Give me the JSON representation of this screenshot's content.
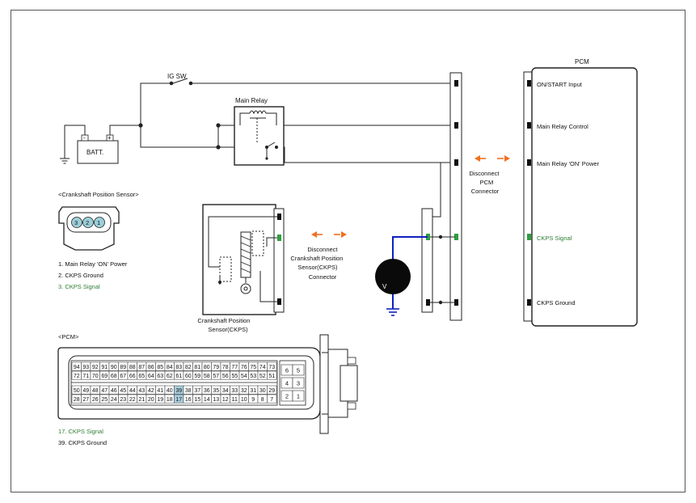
{
  "ig_sw": "IG SW",
  "main_relay": "Main Relay",
  "battery": "BATT.",
  "battery_minus": "-",
  "battery_plus": "+",
  "pcm_title": "PCM",
  "pcm_pins": [
    {
      "label": "ON/START Input",
      "highlight": false
    },
    {
      "label": "Main Relay Control",
      "highlight": false
    },
    {
      "label": "Main Relay 'ON' Power",
      "highlight": false
    },
    {
      "label": "CKPS Signal",
      "highlight": true
    },
    {
      "label": "CKPS Ground",
      "highlight": false
    }
  ],
  "disconnect_pcm": [
    "Disconnect",
    "PCM",
    "Connector"
  ],
  "disconnect_ckps": [
    "Disconnect",
    "Crankshaft Position",
    "Sensor(CKPS)",
    "Connector"
  ],
  "ckps_title": [
    "Crankshaft Position",
    "Sensor(CKPS)"
  ],
  "voltmeter": "V",
  "crank_connector_title": "<Crankshaft Position Sensor>",
  "crank_connector_pins": [
    "3",
    "2",
    "1"
  ],
  "crank_pin_legend": [
    {
      "text": "1.  Main Relay 'ON' Power",
      "highlight": false
    },
    {
      "text": "2. CKPS Ground",
      "highlight": false
    },
    {
      "text": "3. CKPS Signal",
      "highlight": true
    }
  ],
  "pcm_connector_title": "<PCM>",
  "pcm_connector_rows": [
    [
      "94",
      "93",
      "92",
      "91",
      "90",
      "89",
      "88",
      "87",
      "86",
      "85",
      "84",
      "83",
      "82",
      "81",
      "80",
      "79",
      "78",
      "77",
      "76",
      "75",
      "74",
      "73"
    ],
    [
      "72",
      "71",
      "70",
      "69",
      "68",
      "67",
      "66",
      "65",
      "64",
      "63",
      "62",
      "61",
      "60",
      "59",
      "58",
      "57",
      "56",
      "55",
      "54",
      "53",
      "52",
      "51"
    ],
    [
      "50",
      "49",
      "48",
      "47",
      "46",
      "45",
      "44",
      "43",
      "42",
      "41",
      "40",
      "39",
      "38",
      "37",
      "36",
      "35",
      "34",
      "33",
      "32",
      "31",
      "30",
      "29"
    ],
    [
      "28",
      "27",
      "26",
      "25",
      "24",
      "23",
      "22",
      "21",
      "20",
      "19",
      "18",
      "17",
      "16",
      "15",
      "14",
      "13",
      "12",
      "11",
      "10",
      "9",
      "8",
      "7"
    ]
  ],
  "pcm_connector_small": [
    [
      "6",
      "5"
    ],
    [
      "4",
      "3"
    ],
    [
      "2",
      "1"
    ]
  ],
  "pcm_connector_highlight": [
    "39",
    "17"
  ],
  "pcm_pin_legend": [
    {
      "text": "17. CKPS Signal",
      "highlight": true
    },
    {
      "text": "39. CKPS Ground",
      "highlight": false
    }
  ],
  "colors": {
    "arrow": "#f07020",
    "probe": "#1020c0",
    "signal_green": "#2e7d32",
    "pin_fill": "#9ccfda",
    "pin_highlight": "#a8cfe0"
  }
}
